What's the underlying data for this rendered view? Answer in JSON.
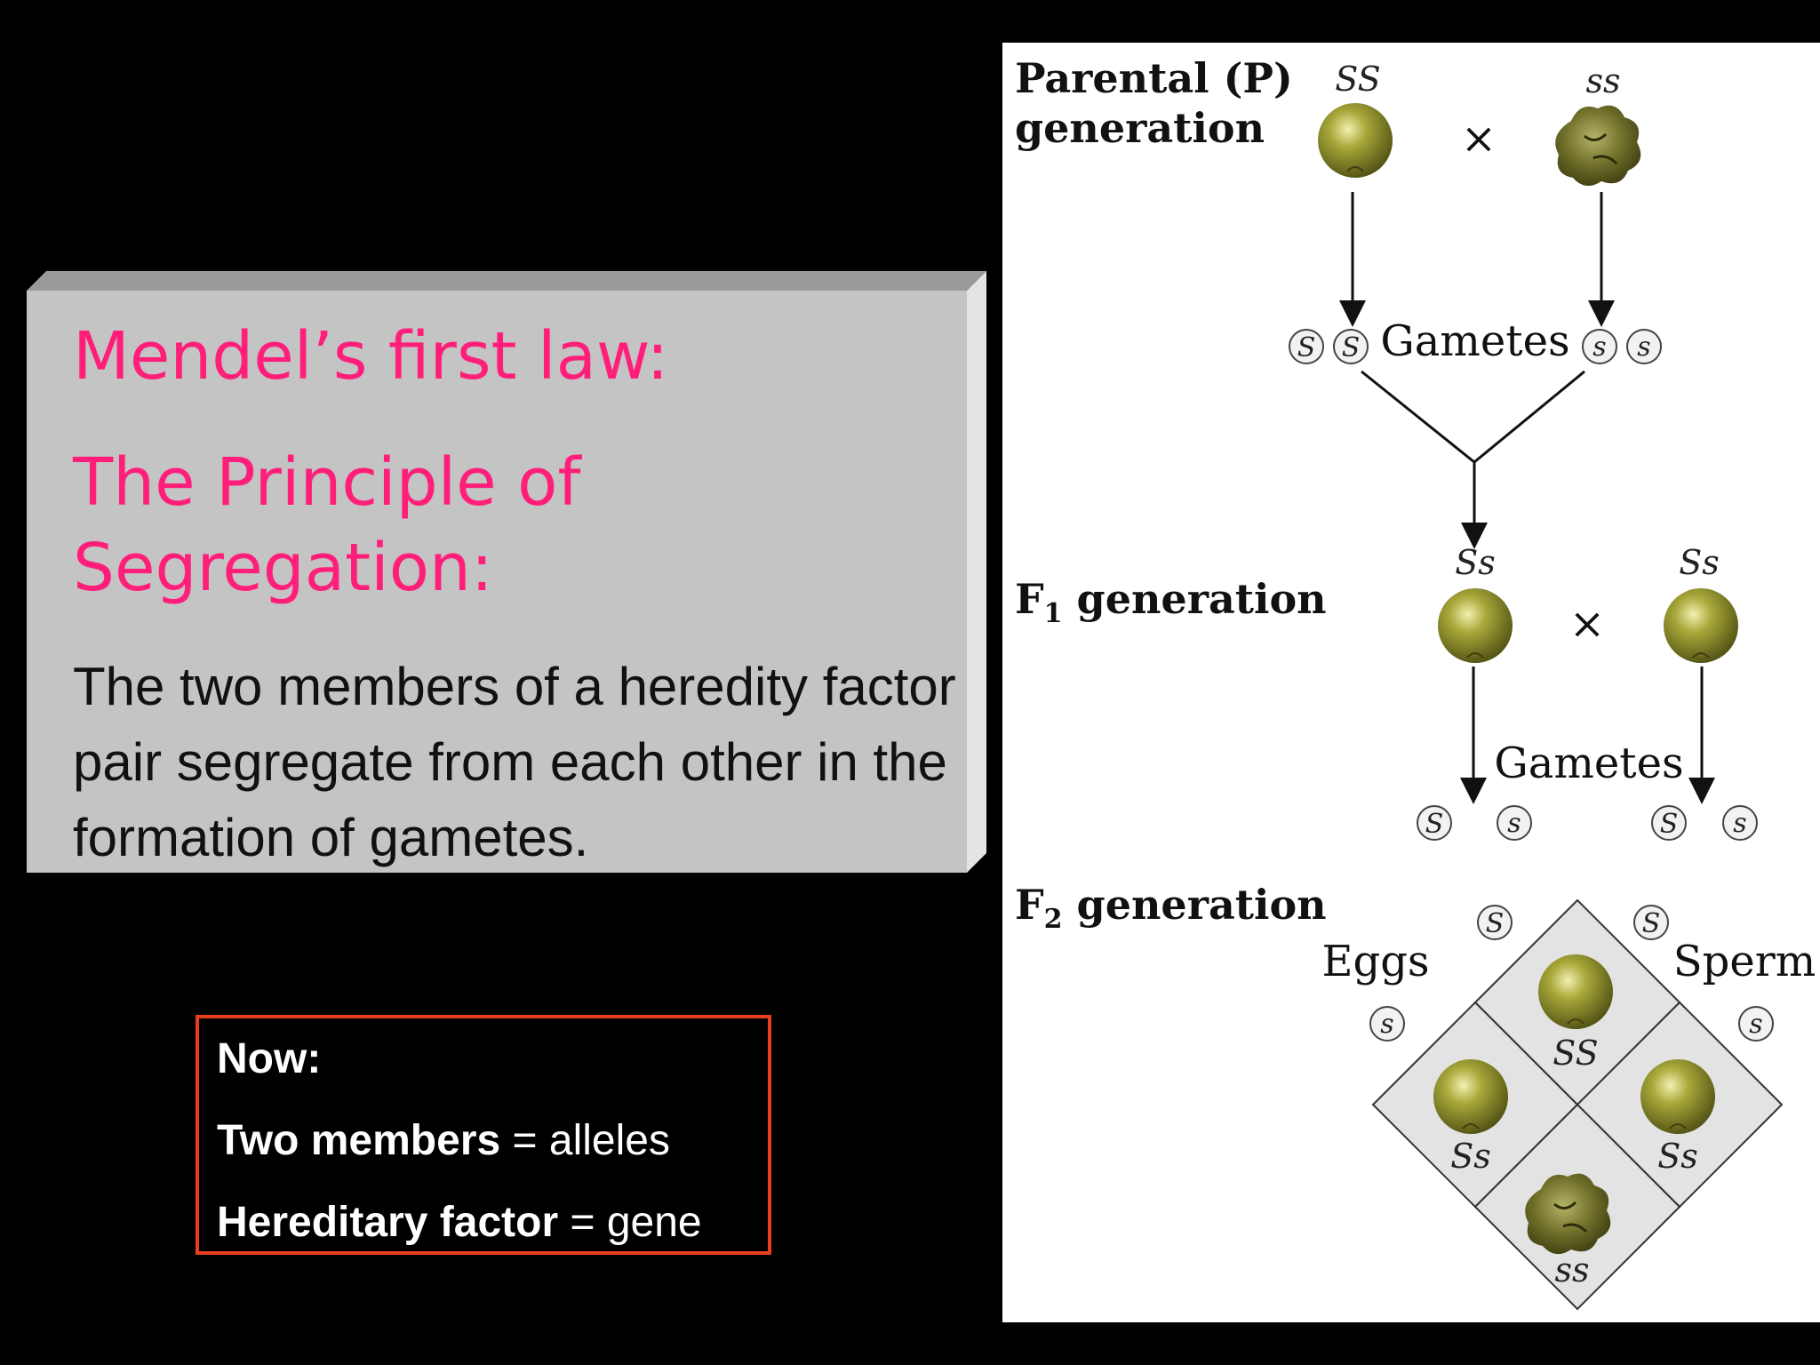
{
  "left_panel": {
    "title_line_1": "Mendel’s first law:",
    "title_line_2": "The Principle of Segregation:",
    "body": "The two members of a heredity factor pair segregate from each other in the formation of gametes."
  },
  "note": {
    "heading": "Now:",
    "line_2_bold": "Two members",
    "line_2_rest": " = alleles",
    "line_3_bold": "Hereditary factor",
    "line_3_rest": " = gene"
  },
  "figure": {
    "p_generation_label_1": "Parental (P)",
    "p_generation_label_2": "generation",
    "p_parent_1_genotype": "SS",
    "p_parent_2_genotype": "ss",
    "cross_symbol": "×",
    "gametes_label": "Gametes",
    "p_gamete_1": "S",
    "p_gamete_2": "S",
    "p_gamete_3": "s",
    "p_gamete_4": "s",
    "f1_label": "F",
    "f1_sub": "1",
    "f1_label_rest": " generation",
    "f1_parent_1_genotype": "Ss",
    "f1_parent_2_genotype": "Ss",
    "f1_gametes_label": "Gametes",
    "f1_gamete_1": "S",
    "f1_gamete_2": "s",
    "f1_gamete_3": "S",
    "f1_gamete_4": "s",
    "f2_label": "F",
    "f2_sub": "2",
    "f2_label_rest": " generation",
    "eggs_label": "Eggs",
    "sperm_label": "Sperm",
    "egg_allele_1": "S",
    "egg_allele_2": "s",
    "sperm_allele_1": "S",
    "sperm_allele_2": "s",
    "cell_top_genotype": "SS",
    "cell_left_genotype": "Ss",
    "cell_right_genotype": "Ss",
    "cell_bottom_genotype": "ss",
    "pea_color": "#8f8f2a"
  }
}
